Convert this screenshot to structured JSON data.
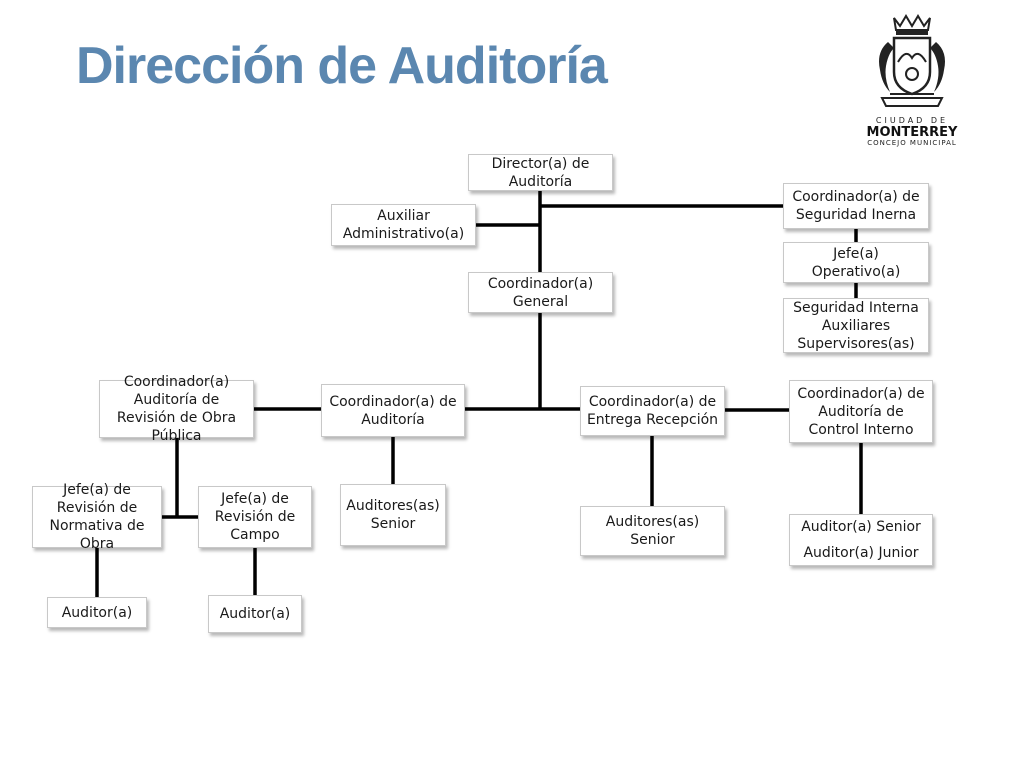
{
  "title": "Dirección de Auditoría",
  "logo": {
    "line1": "CIUDAD DE",
    "line2": "MONTERREY",
    "line3": "CONCEJO MUNICIPAL",
    "icon": "coat-of-arms"
  },
  "nodes": {
    "director": "Director(a) de Auditoría",
    "auxiliar": "Auxiliar Administrativo(a)",
    "coord_general": "Coordinador(a) General",
    "coord_seguridad": "Coordinador(a) de Seguridad Inerna",
    "jefe_operativo": "Jefe(a) Operativo(a)",
    "seguridad_interna": "Seguridad Interna Auxiliares Supervisores(as)",
    "coord_obra_publica": "Coordinador(a) Auditoría de Revisión de Obra Pública",
    "coord_auditoria": "Coordinador(a) de Auditoría",
    "coord_entrega": "Coordinador(a) de Entrega Recepción",
    "coord_control": "Coordinador(a) de Auditoría de Control Interno",
    "jefe_normativa": "Jefe(a) de Revisión de Normativa de Obra",
    "jefe_campo": "Jefe(a) de Revisión de Campo",
    "auditores_senior_1": "Auditores(as) Senior",
    "auditores_senior_2": "Auditores(as) Senior",
    "auditor_senior": "Auditor(a) Senior",
    "auditor_junior": "Auditor(a) Junior",
    "auditor_1": "Auditor(a)",
    "auditor_2": "Auditor(a)"
  },
  "colors": {
    "title": "#5b87b0",
    "connector": "#000000"
  }
}
